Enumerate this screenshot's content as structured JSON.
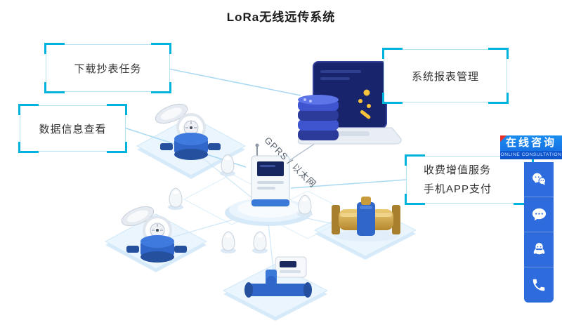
{
  "title": "LoRa无线远传系统",
  "boxes": {
    "download_task": "下载抄表任务",
    "data_view": "数据信息查看",
    "report_mgmt": "系统报表管理",
    "value_service": [
      "收费增值服务",
      "手机APP支付"
    ]
  },
  "network_label": "GPRS / 以太网",
  "consult": {
    "title": "在线咨询",
    "subtitle": "ONLINE CONSULTATION",
    "icons": [
      "wechat-icon",
      "chat-bubble-icon",
      "qq-icon",
      "phone-icon"
    ]
  },
  "colors": {
    "accent_cyan": "#00b3dc",
    "box_border": "#b5e2f5",
    "connector_line": "#a9d9f2",
    "mesh_line": "#cfe7f7",
    "consult_blue": "#2e6cdd",
    "banner_gradient_top": "#1a8ef0",
    "banner_gradient_bottom": "#1663dd",
    "ribbon_red": "#e8312a",
    "meter_blue": "#2f66c8",
    "meter_blue_dark": "#24509e",
    "brass": "#c89b3c",
    "screen_navy": "#18246b",
    "platform_blue": "#e8f3fc"
  }
}
